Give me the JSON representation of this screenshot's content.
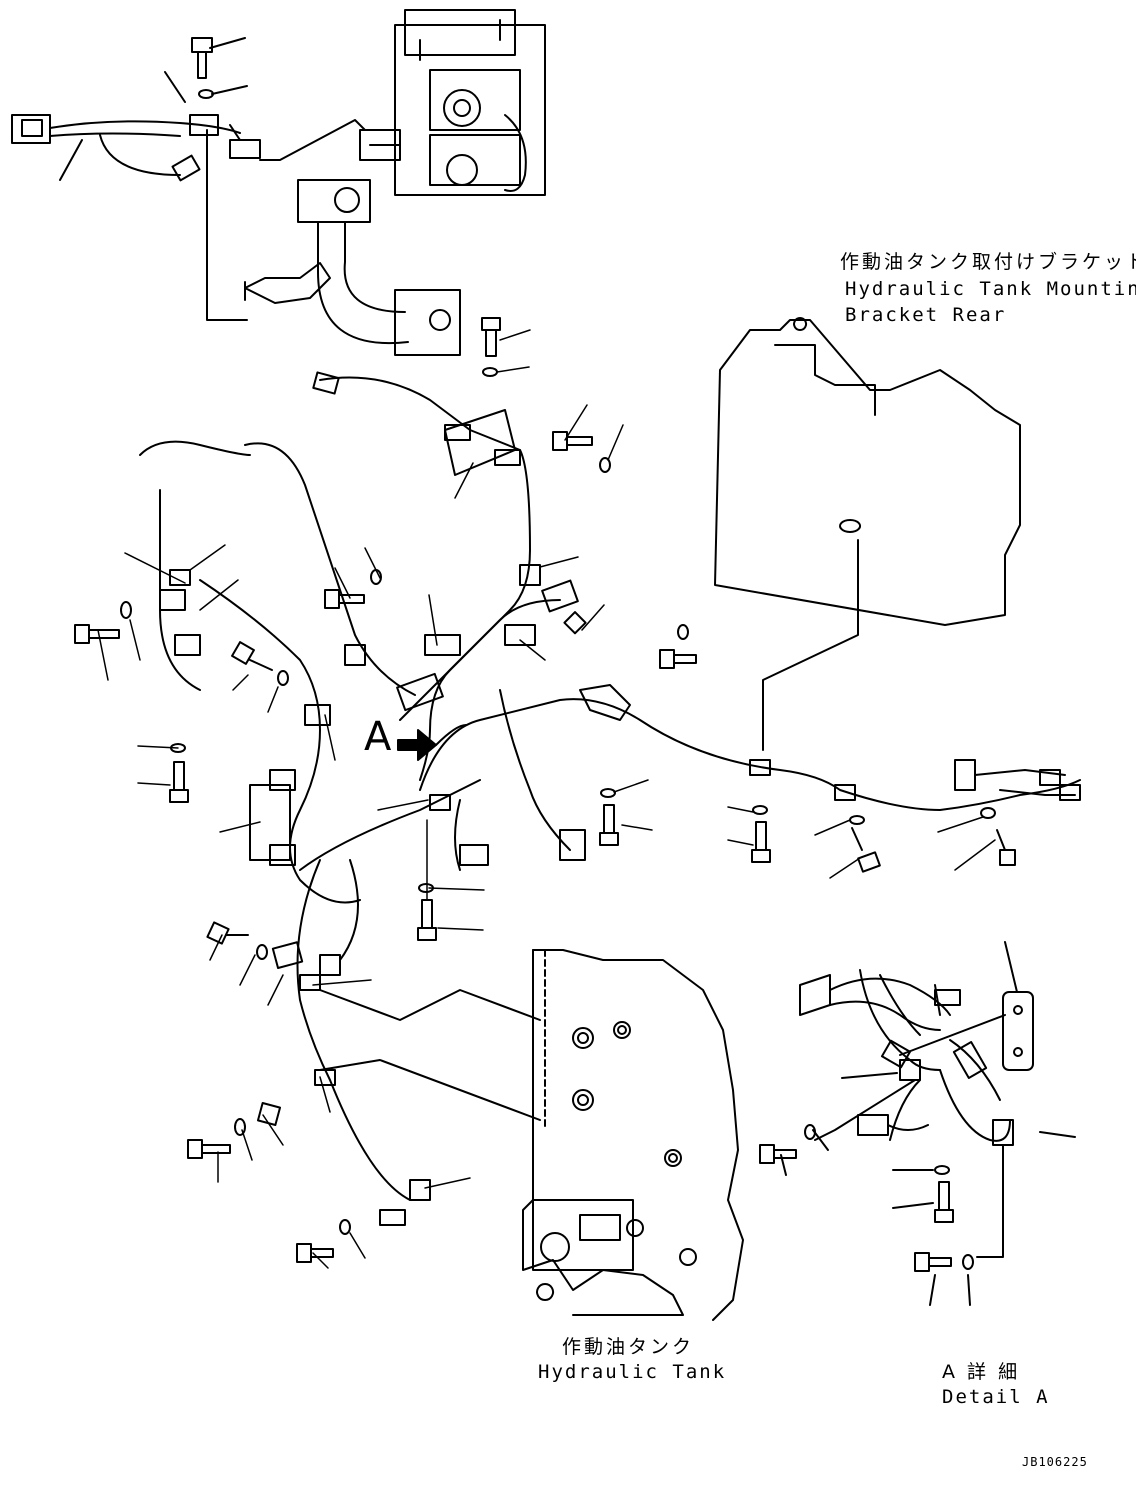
{
  "labels": {
    "bracket_jp": "作動油タンク取付けブラケット 後",
    "bracket_en_1": "Hydraulic Tank Mounting",
    "bracket_en_2": "Bracket Rear",
    "tank_jp": "作動油タンク",
    "tank_en": "Hydraulic Tank",
    "detail_jp": "A 詳 細",
    "detail_en": "Detail A",
    "arrow_letter": "A",
    "drawing_code": "JB106225"
  },
  "colors": {
    "line": "#000000",
    "background": "#ffffff"
  }
}
